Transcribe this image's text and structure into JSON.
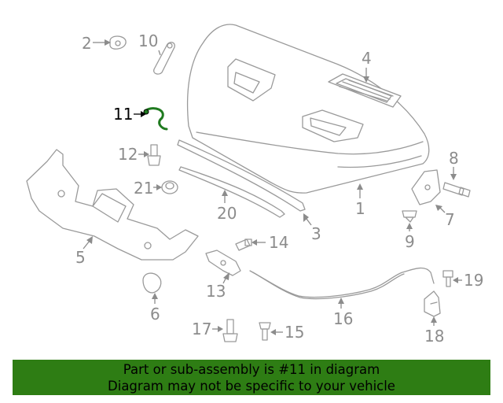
{
  "callouts": {
    "c1": "1",
    "c2": "2",
    "c3": "3",
    "c4": "4",
    "c5": "5",
    "c6": "6",
    "c7": "7",
    "c8": "8",
    "c9": "9",
    "c10": "10",
    "c11": "11",
    "c12": "12",
    "c13": "13",
    "c14": "14",
    "c15": "15",
    "c16": "16",
    "c17": "17",
    "c18": "18",
    "c19": "19",
    "c20": "20",
    "c21": "21"
  },
  "highlighted_part": "11",
  "colors": {
    "banner_bg": "#2e7d14",
    "highlight": "#1f7a1f",
    "line_art": "#9a9a9a"
  },
  "banner": {
    "line1": "Part or sub-assembly is #11 in diagram",
    "line2": "Diagram may not be specific to your vehicle"
  }
}
